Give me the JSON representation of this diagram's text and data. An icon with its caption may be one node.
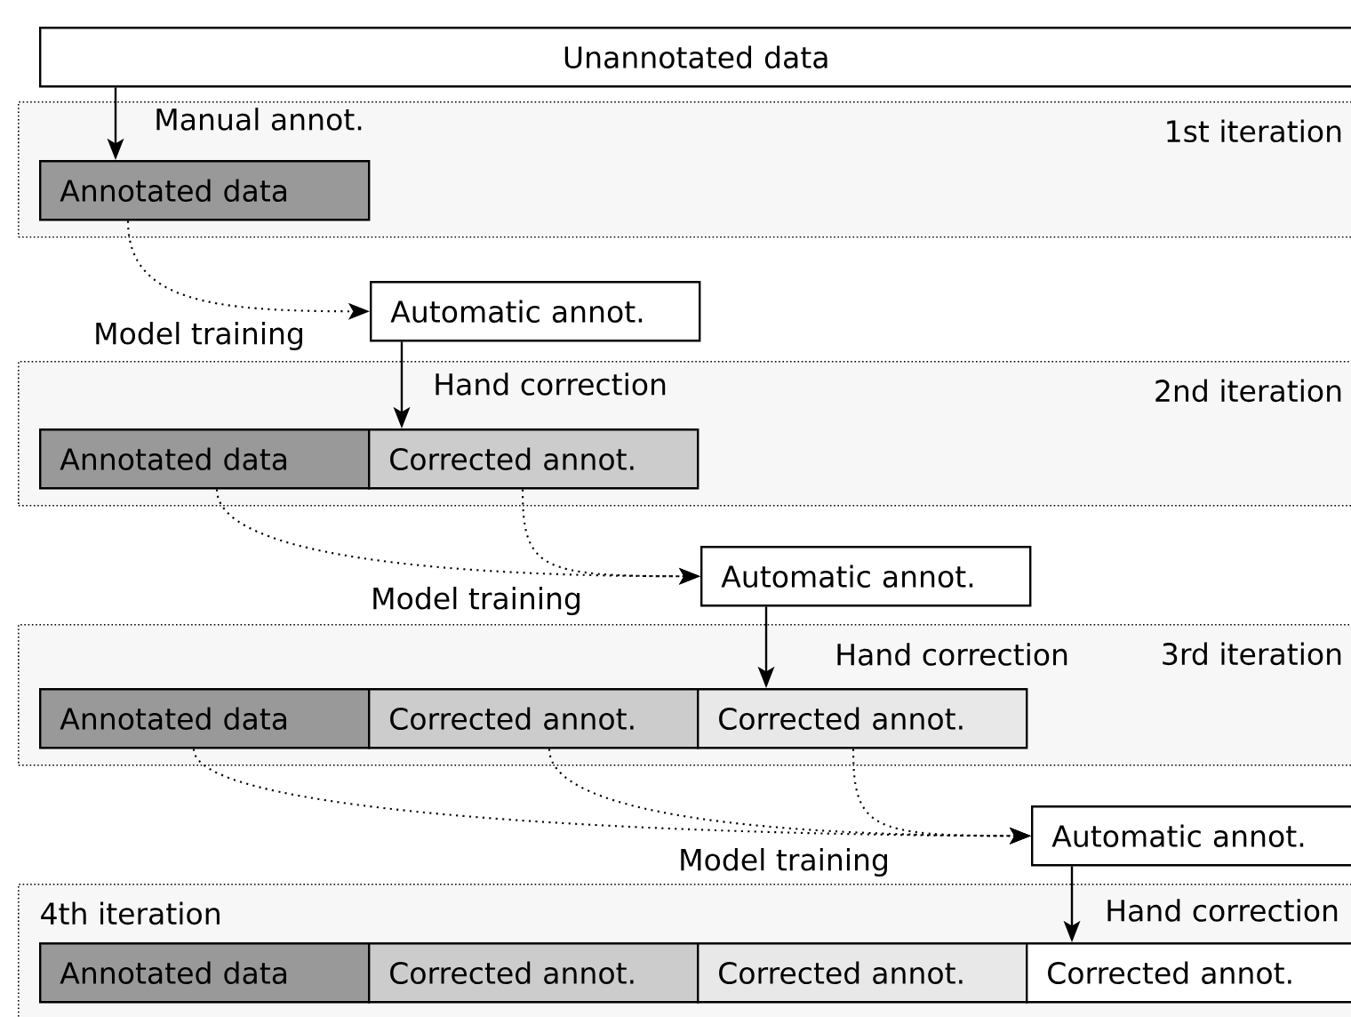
{
  "diagram": {
    "nodes": [
      {
        "text": [
          "Unannotated data"
        ]
      },
      {
        "text": [
          "1st iteration"
        ]
      },
      {
        "text": [
          "Annotated data"
        ],
        "in": 1
      },
      {
        "text": [
          "Automatic annot."
        ]
      },
      {
        "text": [
          "2nd iteration"
        ]
      },
      {
        "text": [
          "Annotated data"
        ],
        "in": 4
      },
      {
        "text": [
          "Corrected annot."
        ],
        "in": 4
      },
      {
        "text": [
          "Automatic annot."
        ]
      },
      {
        "text": [
          "3rd iteration"
        ]
      },
      {
        "text": [
          "Annotated data"
        ],
        "in": 8
      },
      {
        "text": [
          "Corrected annot."
        ],
        "in": 8
      },
      {
        "text": [
          "Corrected annot."
        ],
        "in": 8
      },
      {
        "text": [
          "Automatic annot."
        ]
      },
      {
        "text": [
          "4th iteration"
        ]
      },
      {
        "text": [
          "Annotated data"
        ],
        "in": 13
      },
      {
        "text": [
          "Corrected annot."
        ],
        "in": 13
      },
      {
        "text": [
          "Corrected annot."
        ],
        "in": 13
      },
      {
        "text": [
          "Corrected annot."
        ],
        "in": 13
      }
    ],
    "edges": [
      {
        "from": 0,
        "to": 2,
        "arrow": "to",
        "label": "Manual annot."
      },
      {
        "from": 2,
        "to": 3,
        "arrow": "to",
        "style": "dashed",
        "label": "Model training"
      },
      {
        "from": 3,
        "to": 6,
        "arrow": "to",
        "label": "Hand correction"
      },
      {
        "from": 5,
        "to": 7,
        "arrow": "to",
        "style": "dashed",
        "label": "Model training"
      },
      {
        "from": 6,
        "to": 7,
        "arrow": "to",
        "style": "dashed"
      },
      {
        "from": 7,
        "to": 11,
        "arrow": "to",
        "label": "Hand correction"
      },
      {
        "from": 9,
        "to": 12,
        "arrow": "to",
        "style": "dashed",
        "label": "Model training"
      },
      {
        "from": 10,
        "to": 12,
        "arrow": "to",
        "style": "dashed"
      },
      {
        "from": 11,
        "to": 12,
        "arrow": "to",
        "style": "dashed"
      },
      {
        "from": 12,
        "to": 17,
        "arrow": "to",
        "label": "Hand correction"
      }
    ]
  }
}
